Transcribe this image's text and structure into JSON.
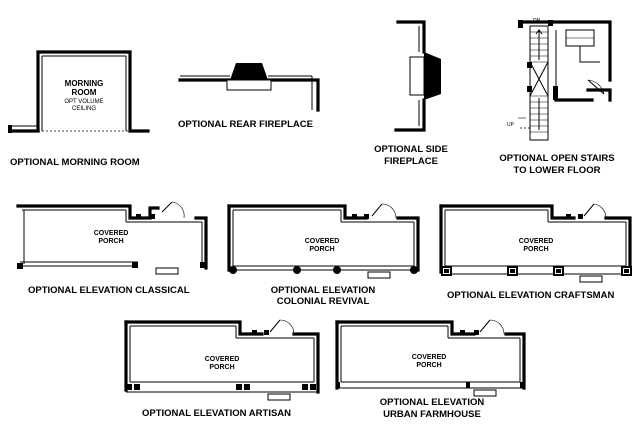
{
  "options": {
    "morning_room": {
      "caption": "OPTIONAL MORNING ROOM",
      "room_line1": "MORNING",
      "room_line2": "ROOM",
      "note_line1": "OPT VOLUME",
      "note_line2": "CEILING"
    },
    "rear_fireplace": {
      "caption": "OPTIONAL REAR FIREPLACE"
    },
    "side_fireplace": {
      "caption_line1": "OPTIONAL SIDE",
      "caption_line2": "FIREPLACE"
    },
    "open_stairs": {
      "caption_line1": "OPTIONAL OPEN STAIRS",
      "caption_line2": "TO LOWER FLOOR",
      "dn_label": "DN",
      "up_label": "UP"
    }
  },
  "porches": [
    {
      "caption": "OPTIONAL ELEVATION CLASSICAL",
      "label_line1": "COVERED",
      "label_line2": "PORCH"
    },
    {
      "caption_line1": "OPTIONAL ELEVATION",
      "caption_line2": "COLONIAL REVIVAL",
      "label_line1": "COVERED",
      "label_line2": "PORCH"
    },
    {
      "caption": "OPTIONAL ELEVATION CRAFTSMAN",
      "label_line1": "COVERED",
      "label_line2": "PORCH"
    },
    {
      "caption": "OPTIONAL ELEVATION ARTISAN",
      "label_line1": "COVERED",
      "label_line2": "PORCH"
    },
    {
      "caption_line1": "OPTIONAL ELEVATION",
      "caption_line2": "URBAN FARMHOUSE",
      "label_line1": "COVERED",
      "label_line2": "PORCH"
    }
  ]
}
